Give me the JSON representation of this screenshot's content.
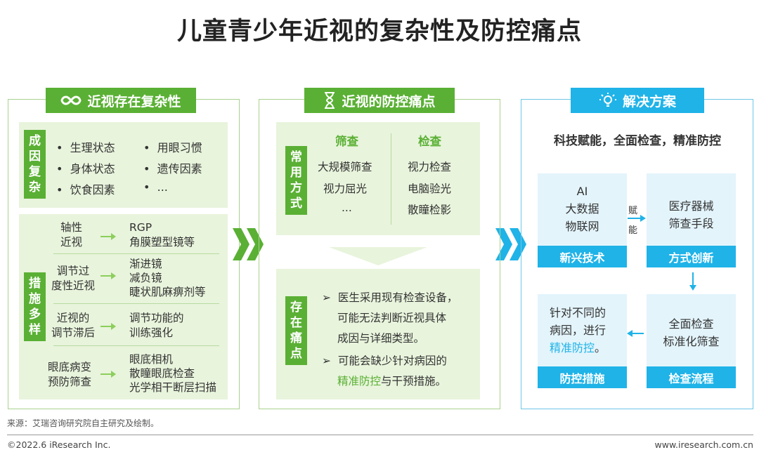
{
  "title": "儿童青少年近视的复杂性及防控痛点",
  "panel1": {
    "header": "近视存在复杂性",
    "cause": {
      "label": [
        "成",
        "因",
        "复",
        "杂"
      ],
      "items": [
        "生理状态",
        "身体状态",
        "饮食因素",
        "用眼习惯",
        "遗传因素",
        "..."
      ]
    },
    "measures": {
      "label": [
        "措",
        "施",
        "多",
        "样"
      ],
      "rows": [
        {
          "left": [
            "轴性",
            "近视"
          ],
          "right": [
            "RGP",
            "角膜塑型镜等"
          ]
        },
        {
          "left": [
            "调节过",
            "度性近视"
          ],
          "right": [
            "渐进镜",
            "减负镜",
            "睫状肌麻痹剂等"
          ]
        },
        {
          "left": [
            "近视的",
            "调节滞后"
          ],
          "right": [
            "调节功能的",
            "训练强化"
          ]
        },
        {
          "left": [
            "眼底病变",
            "预防筛查"
          ],
          "right": [
            "眼底相机",
            "散瞳眼底检查",
            "光学相干断层扫描"
          ]
        }
      ]
    }
  },
  "panel2": {
    "header": "近视的防控痛点",
    "common": {
      "label": [
        "常",
        "用",
        "方",
        "式"
      ],
      "col1_title": "筛查",
      "col1_items": [
        "大规模筛查",
        "视力屈光",
        "..."
      ],
      "col2_title": "检查",
      "col2_items": [
        "视力检查",
        "电脑验光",
        "散瞳检影"
      ]
    },
    "pain": {
      "label": [
        "存",
        "在",
        "痛",
        "点"
      ],
      "p1_lines": [
        "医生采用现有检查设备，",
        "可能无法判断近视具体",
        "成因与详细类型。"
      ],
      "p2_line1": "可能会缺少针对病因的",
      "p2_highlight": "精准防控",
      "p2_rest": "与干预措施。"
    }
  },
  "panel3": {
    "header": "解决方案",
    "subtitle": "科技赋能，全面检查，精准防控",
    "card1": {
      "lines": [
        "AI",
        "大数据",
        "物联网"
      ],
      "label": "新兴技术"
    },
    "connector": [
      "赋",
      "能"
    ],
    "card2": {
      "lines": [
        "医疗器械",
        "筛查手段"
      ],
      "label": "方式创新"
    },
    "card3": {
      "lines": [
        "全面检查",
        "标准化筛查"
      ],
      "label": "检查流程"
    },
    "card4": {
      "line1": "针对不同的",
      "line2": "病因，进行",
      "highlight": "精准防控",
      "tail": "。",
      "label": "防控措施"
    }
  },
  "footer": {
    "source": "来源：艾瑞咨询研究院自主研究及绘制。",
    "copyright": "©2022.6 iResearch Inc.",
    "website": "www.iresearch.com.cn"
  },
  "colors": {
    "green": "#5ab034",
    "blue": "#1fb3e8",
    "highlight_green": "#5ab034",
    "highlight_blue": "#1fb3e8"
  },
  "icons": [
    "infinity-icon",
    "hourglass-icon",
    "lightbulb-icon"
  ]
}
